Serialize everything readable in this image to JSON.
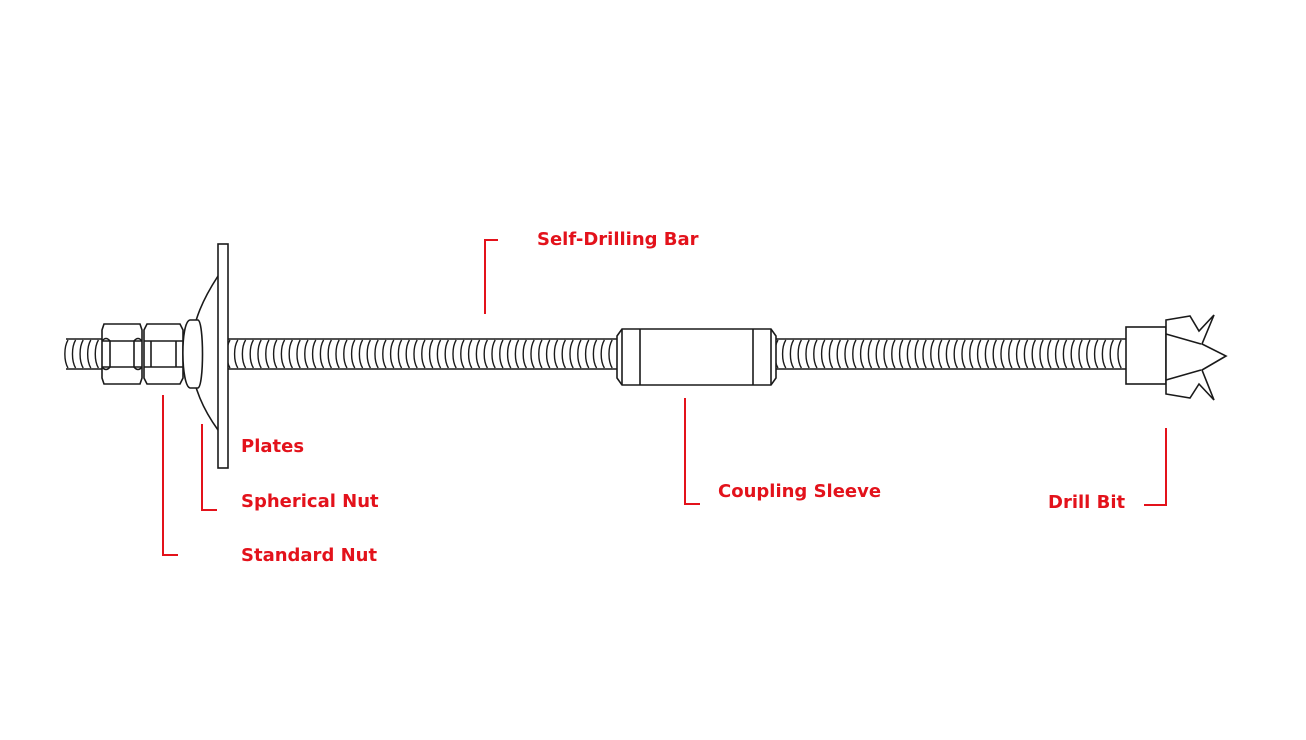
{
  "colors": {
    "accent": "#e3121b",
    "line": "#1a1a1a",
    "background": "#ffffff"
  },
  "labels": {
    "self_drilling_bar": "Self-Drilling Bar",
    "plates": "Plates",
    "spherical_nut": "Spherical Nut",
    "standard_nut": "Standard Nut",
    "coupling_sleeve": "Coupling Sleeve",
    "drill_bit": "Drill Bit"
  }
}
